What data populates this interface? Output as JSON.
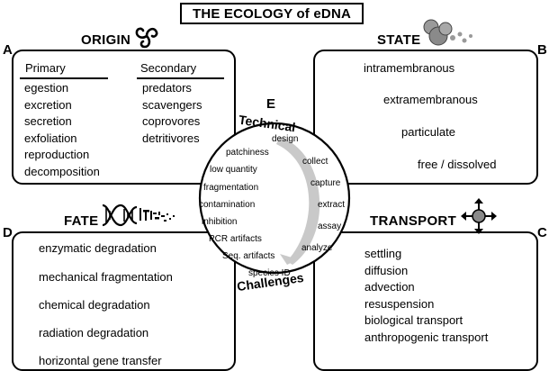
{
  "title": "THE ECOLOGY of eDNA",
  "panels": {
    "origin": {
      "letter": "A",
      "heading": "ORIGIN",
      "primary_header": "Primary",
      "primary": [
        "egestion",
        "excretion",
        "secretion",
        "exfoliation",
        "reproduction",
        "decomposition"
      ],
      "secondary_header": "Secondary",
      "secondary": [
        "predators",
        "scavengers",
        "coprovores",
        "detritivores"
      ]
    },
    "state": {
      "letter": "B",
      "heading": "STATE",
      "items": [
        "intramembranous",
        "extramembranous",
        "particulate",
        "free / dissolved"
      ]
    },
    "transport": {
      "letter": "C",
      "heading": "TRANSPORT",
      "items": [
        "settling",
        "diffusion",
        "advection",
        "resuspension",
        "biological transport",
        "anthropogenic transport"
      ]
    },
    "fate": {
      "letter": "D",
      "heading": "FATE",
      "items": [
        "enzymatic degradation",
        "mechanical fragmentation",
        "chemical degradation",
        "radiation degradation",
        "horizontal gene transfer"
      ]
    }
  },
  "center": {
    "letter": "E",
    "top_label": "Technical",
    "bottom_label": "Challenges",
    "left_items": [
      "patchiness",
      "low quantity",
      "fragmentation",
      "contamination",
      "inhibition",
      "PCR artifacts",
      "Seq. artifacts",
      "species ID"
    ],
    "right_items": [
      "design",
      "collect",
      "capture",
      "extract",
      "assay",
      "analyze"
    ]
  }
}
